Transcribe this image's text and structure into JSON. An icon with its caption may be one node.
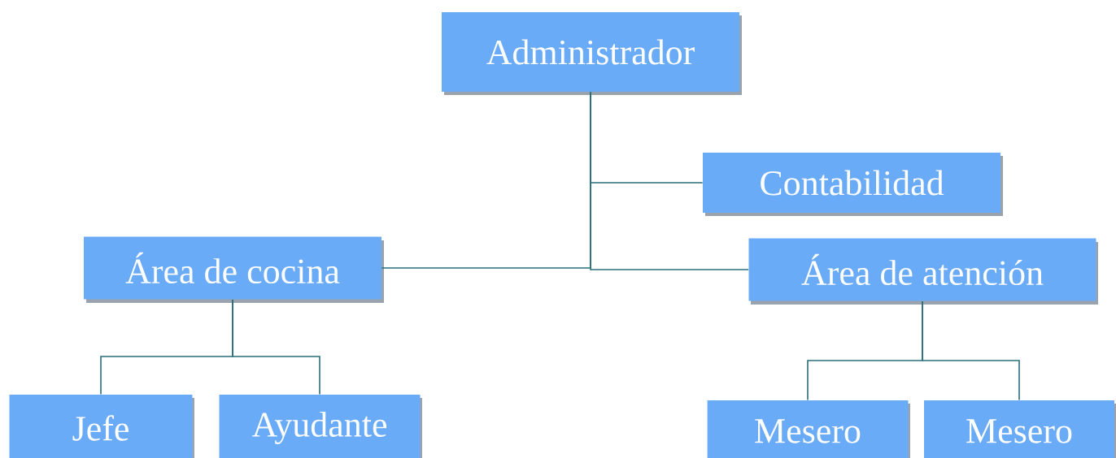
{
  "diagram": {
    "nodes": [
      {
        "text": [
          "Administrador"
        ]
      },
      {
        "text": [
          "Contabilidad"
        ]
      },
      {
        "text": [
          "Área de cocina"
        ]
      },
      {
        "text": [
          "Área de atención"
        ]
      },
      {
        "text": [
          "Jefe"
        ]
      },
      {
        "text": [
          "Ayudante"
        ]
      },
      {
        "text": [
          "Mesero"
        ]
      },
      {
        "text": [
          "Mesero"
        ]
      }
    ],
    "edges": [
      {
        "from": 0,
        "to": 1,
        "arrow": "none"
      },
      {
        "from": 0,
        "to": 2,
        "arrow": "none"
      },
      {
        "from": 0,
        "to": 3,
        "arrow": "none"
      },
      {
        "from": 2,
        "to": 4,
        "arrow": "none"
      },
      {
        "from": 2,
        "to": 5,
        "arrow": "none"
      },
      {
        "from": 3,
        "to": 6,
        "arrow": "none"
      },
      {
        "from": 3,
        "to": 7,
        "arrow": "none"
      }
    ]
  }
}
